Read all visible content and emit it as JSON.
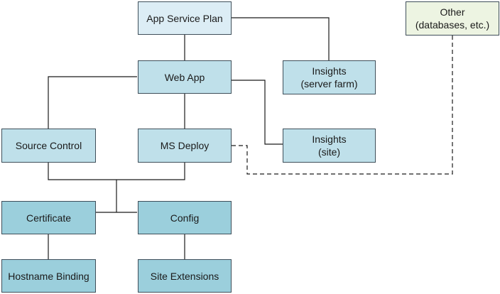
{
  "colors": {
    "plan_fill": "#dcedf5",
    "resource_fill": "#bfe0ea",
    "config_fill": "#9bcfdc",
    "other_fill": "#edf4e2",
    "border": "#3f4f5a",
    "connector": "#1a1a1a"
  },
  "nodes": {
    "app_service_plan": {
      "label": "App Service Plan"
    },
    "other": {
      "line1": "Other",
      "line2": "(databases, etc.)"
    },
    "web_app": {
      "label": "Web App"
    },
    "insights_server_farm": {
      "line1": "Insights",
      "line2": "(server farm)"
    },
    "source_control": {
      "label": "Source Control"
    },
    "ms_deploy": {
      "label": "MS Deploy"
    },
    "insights_site": {
      "line1": "Insights",
      "line2": "(site)"
    },
    "certificate": {
      "label": "Certificate"
    },
    "config": {
      "label": "Config"
    },
    "hostname_binding": {
      "label": "Hostname Binding"
    },
    "site_extensions": {
      "label": "Site Extensions"
    }
  }
}
